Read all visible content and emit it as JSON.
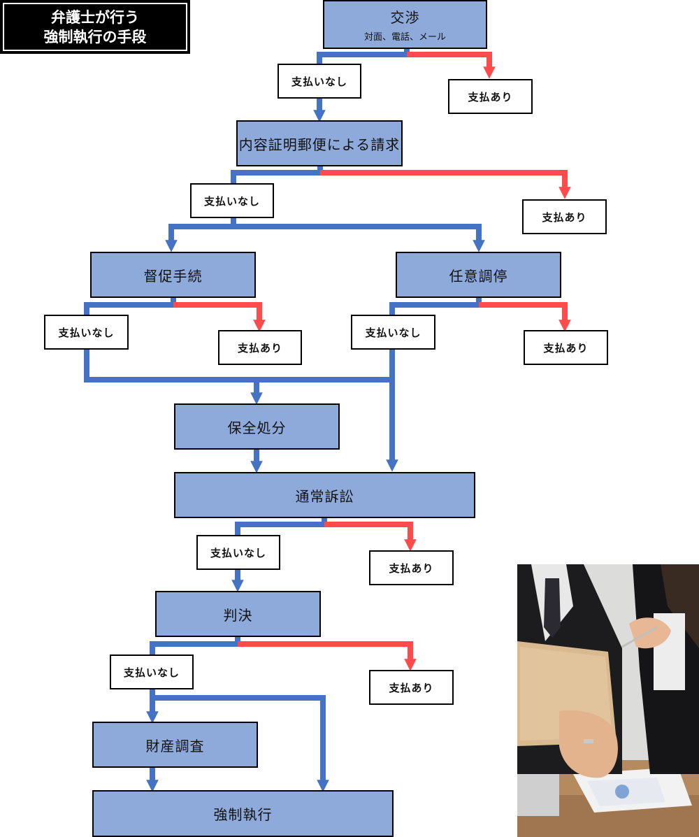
{
  "title": {
    "line1": "弁護士が行う",
    "line2": "強制執行の手段"
  },
  "steps": {
    "negotiation": {
      "label": "交渉",
      "sub": "対面、電話、メール"
    },
    "demand_letter": {
      "label": "内容証明郵便による請求"
    },
    "payment_supervision": {
      "label": "督促手続"
    },
    "conciliation": {
      "label": "任意調停"
    },
    "preservation": {
      "label": "保全処分"
    },
    "lawsuit": {
      "label": "通常訴訟"
    },
    "judgment": {
      "label": "判決"
    },
    "asset_investigation": {
      "label": "財産調査"
    },
    "enforcement": {
      "label": "強制執行"
    }
  },
  "outcomes": {
    "unpaid": "支払いなし",
    "paid": "支払あり"
  },
  "colors": {
    "unpaid_path": "#4472c4",
    "paid_path": "#ff4b4b",
    "step_fill": "#8eaadb"
  },
  "photo": {
    "subject": "business-people-with-tablet"
  }
}
